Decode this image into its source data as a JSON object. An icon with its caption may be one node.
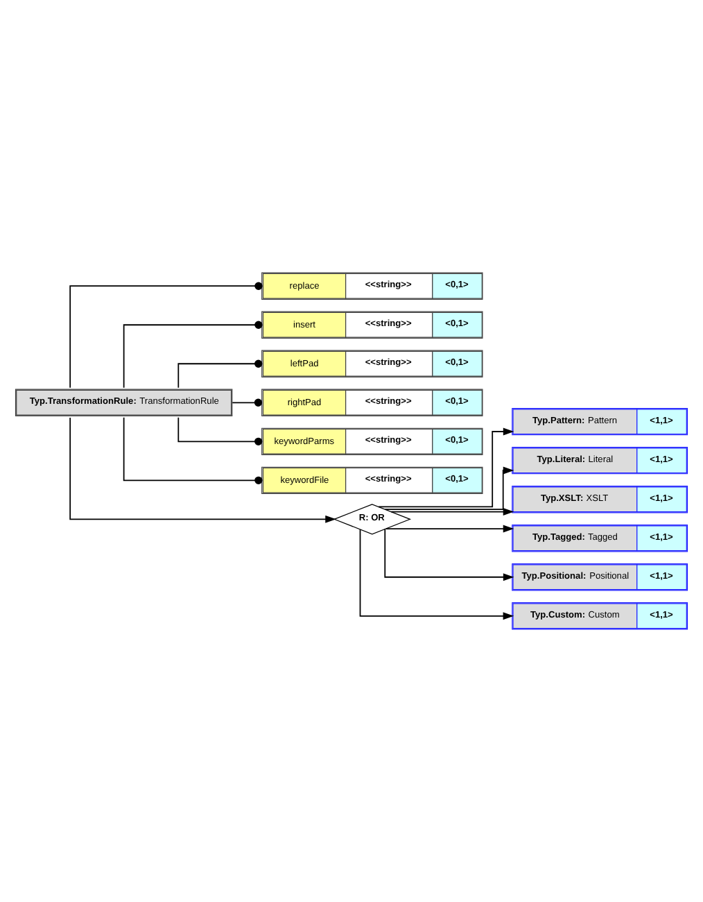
{
  "diagram": {
    "nodes": [
      {
        "text": [
          "**Typ.TransformationRule:** TransformationRule"
        ]
      },
      {
        "text": [
          "replace",
          "**<<string>>**",
          "**<0,1>**"
        ]
      },
      {
        "text": [
          "insert",
          "**<<string>>**",
          "**<0,1>**"
        ]
      },
      {
        "text": [
          "leftPad",
          "**<<string>>**",
          "**<0,1>**"
        ]
      },
      {
        "text": [
          "rightPad",
          "**<<string>>**",
          "**<0,1>**"
        ]
      },
      {
        "text": [
          "keywordParms",
          "**<<string>>**",
          "**<0,1>**"
        ]
      },
      {
        "text": [
          "keywordFile",
          "**<<string>>**",
          "**<0,1>**"
        ]
      },
      {
        "text": [
          "**R: OR**"
        ]
      },
      {
        "text": [
          "**Typ.Pattern:** Pattern",
          "**<1,1>**"
        ]
      },
      {
        "text": [
          "**Typ.Literal:** Literal",
          "**<1,1>**"
        ]
      },
      {
        "text": [
          "**Typ.XSLT:** XSLT",
          "**<1,1>**"
        ]
      },
      {
        "text": [
          "**Typ.Tagged:** Tagged",
          "**<1,1>**"
        ]
      },
      {
        "text": [
          "**Typ.Positional:** Positional",
          "**<1,1>**"
        ]
      },
      {
        "text": [
          "**Typ.Custom:** Custom",
          "**<1,1>**"
        ]
      }
    ],
    "edges": [
      {
        "from": 0,
        "to": 1,
        "arrow": "other"
      },
      {
        "from": 0,
        "to": 2,
        "arrow": "other"
      },
      {
        "from": 0,
        "to": 3,
        "arrow": "other"
      },
      {
        "from": 0,
        "to": 4,
        "arrow": "other"
      },
      {
        "from": 0,
        "to": 5,
        "arrow": "other"
      },
      {
        "from": 0,
        "to": 6,
        "arrow": "other"
      },
      {
        "from": 0,
        "to": 7,
        "arrow": "to"
      },
      {
        "from": 7,
        "to": 8,
        "arrow": "to"
      },
      {
        "from": 7,
        "to": 9,
        "arrow": "to"
      },
      {
        "from": 7,
        "to": 10,
        "arrow": "to"
      },
      {
        "from": 7,
        "to": 11,
        "arrow": "to"
      },
      {
        "from": 7,
        "to": 12,
        "arrow": "to"
      },
      {
        "from": 7,
        "to": 13,
        "arrow": "to"
      }
    ]
  }
}
